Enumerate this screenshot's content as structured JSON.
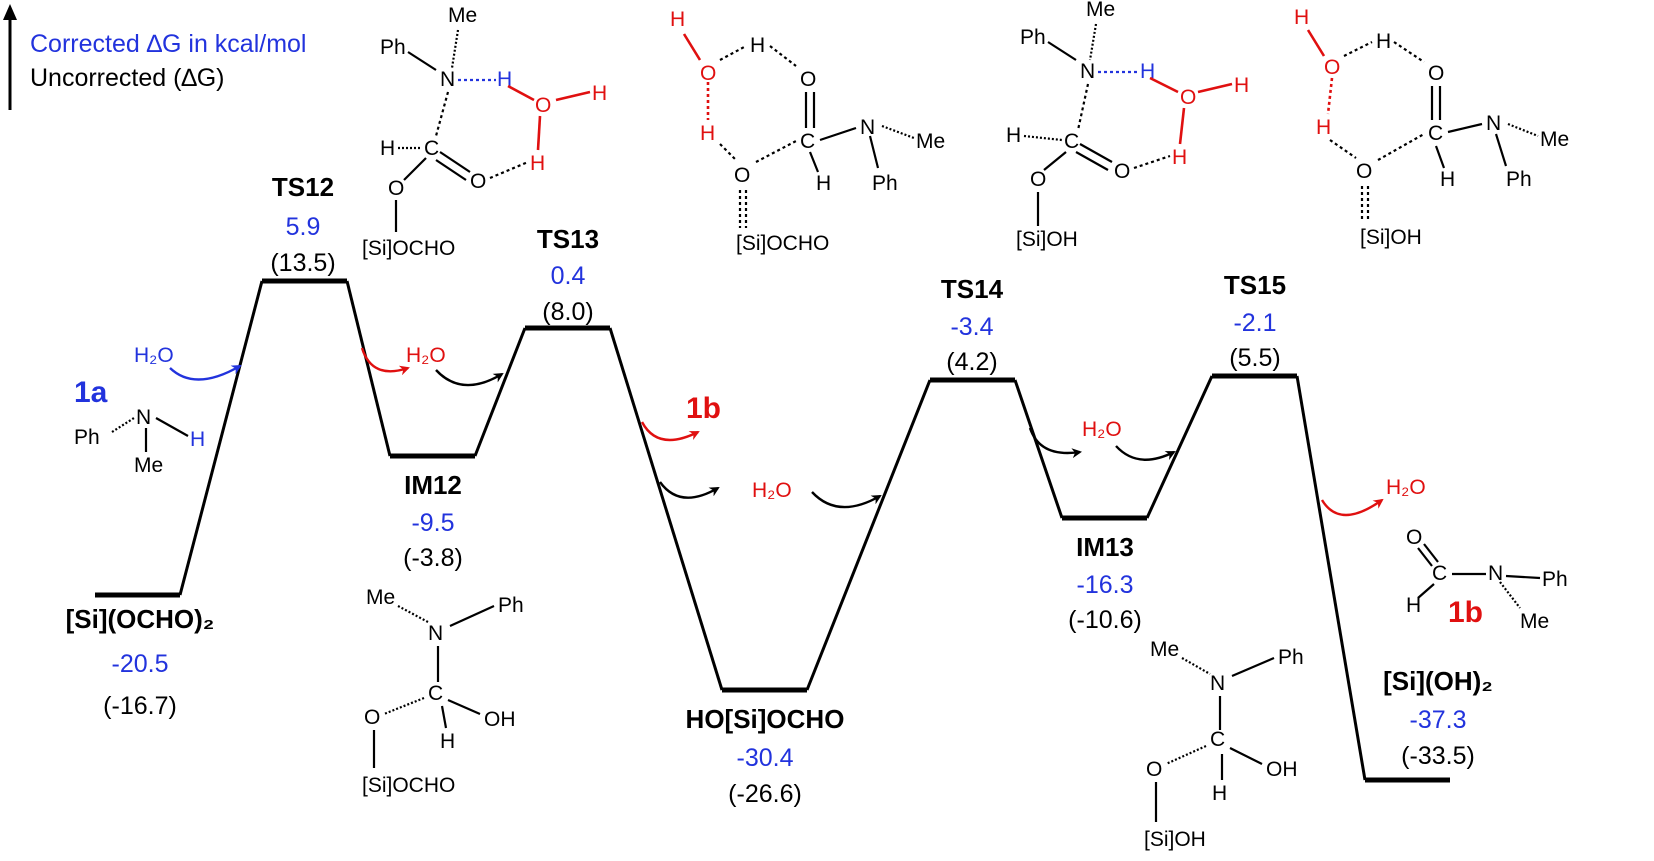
{
  "legend": {
    "corrected": "Corrected ∆G in kcal/mol",
    "uncorrected": "Uncorrected (∆G)"
  },
  "colors": {
    "corrected": "#2233dd",
    "highlight": "#e01010",
    "text": "#000000"
  },
  "species": [
    {
      "id": "si-ocho2",
      "label": "[Si](OCHO)₂",
      "corrected": "-20.5",
      "uncorrected": "(-16.7)"
    },
    {
      "id": "ts12",
      "label": "TS12",
      "corrected": "5.9",
      "uncorrected": "(13.5)"
    },
    {
      "id": "im12",
      "label": "IM12",
      "corrected": "-9.5",
      "uncorrected": "(-3.8)"
    },
    {
      "id": "ts13",
      "label": "TS13",
      "corrected": "0.4",
      "uncorrected": "(8.0)"
    },
    {
      "id": "ho-si-ocho",
      "label": "HO[Si]OCHO",
      "corrected": "-30.4",
      "uncorrected": "(-26.6)"
    },
    {
      "id": "ts14",
      "label": "TS14",
      "corrected": "-3.4",
      "uncorrected": "(4.2)"
    },
    {
      "id": "im13",
      "label": "IM13",
      "corrected": "-16.3",
      "uncorrected": "(-10.6)"
    },
    {
      "id": "ts15",
      "label": "TS15",
      "corrected": "-2.1",
      "uncorrected": "(5.5)"
    },
    {
      "id": "si-oh2",
      "label": "[Si](OH)₂",
      "corrected": "-37.3",
      "uncorrected": "(-33.5)"
    }
  ],
  "reagents": {
    "amine": "1a",
    "product": "1b",
    "water": "H₂O"
  },
  "atoms": {
    "ph": "Ph",
    "me": "Me",
    "n": "N",
    "h": "H",
    "o": "O",
    "c": "C",
    "oh": "OH",
    "si_ocho": "[Si]OCHO",
    "si_oh": "[Si]OH"
  }
}
